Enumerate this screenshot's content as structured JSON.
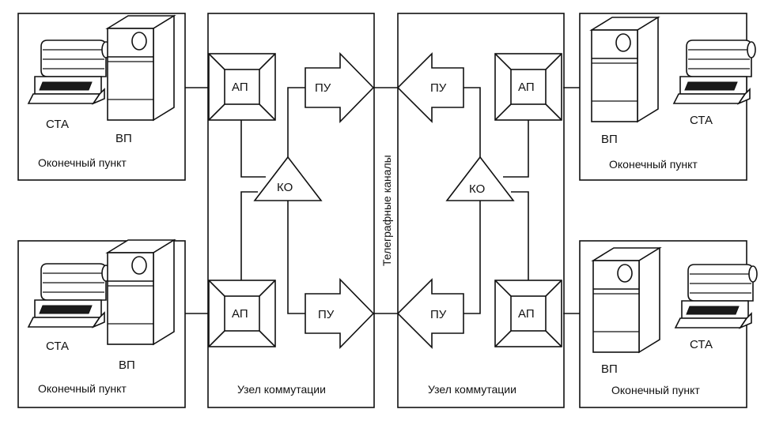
{
  "labels": {
    "sta": "СТА",
    "vp": "ВП",
    "terminal": "Оконечный пункт",
    "node": "Узел коммутации",
    "ap": "АП",
    "pu": "ПУ",
    "ko": "КО",
    "channels": "Телеграфные каналы"
  },
  "icons": {
    "terminal_device": "teletype-icon",
    "computer": "computer-icon",
    "adapter": "ap-block-icon",
    "output_device": "arrow-block-icon",
    "switch": "triangle-ko-icon"
  }
}
